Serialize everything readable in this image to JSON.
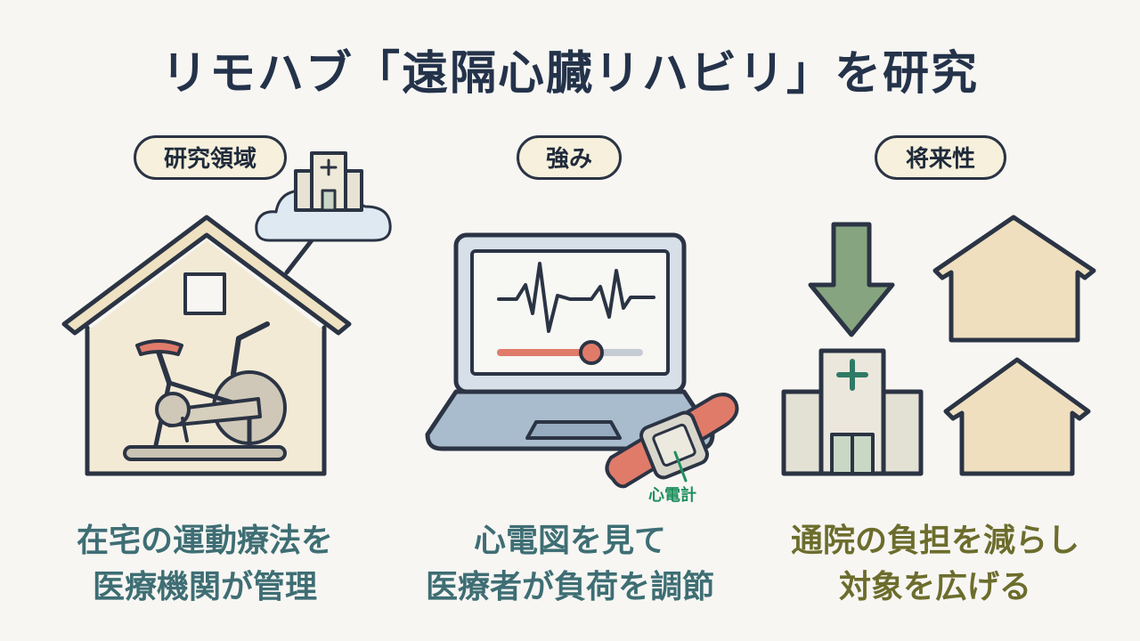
{
  "title": "リモハブ「遠隔心臓リハビリ」を研究",
  "columns": [
    {
      "badge": "研究領域",
      "caption_lines": [
        "在宅の運動療法を",
        "医療機関が管理"
      ],
      "icon": "house-exercise-bike-icon"
    },
    {
      "badge": "強み",
      "caption_lines": [
        "心電図を見て",
        "医療者が負荷を調節"
      ],
      "icon": "laptop-ecg-icon",
      "device_label": "心電計"
    },
    {
      "badge": "将来性",
      "caption_lines": [
        "通院の負担を減らし",
        "対象を広げる"
      ],
      "icon": "hospital-to-homes-icon"
    }
  ],
  "colors": {
    "title": "#24334a",
    "caption_teal": "#3e6e74",
    "caption_olive": "#6c6d2c",
    "badge_fill": "#f6f0dc",
    "house_fill": "#f3ead6",
    "accent_red": "#e07b6a",
    "arrow_green": "#86a47f",
    "label_green": "#1f8f5e"
  }
}
